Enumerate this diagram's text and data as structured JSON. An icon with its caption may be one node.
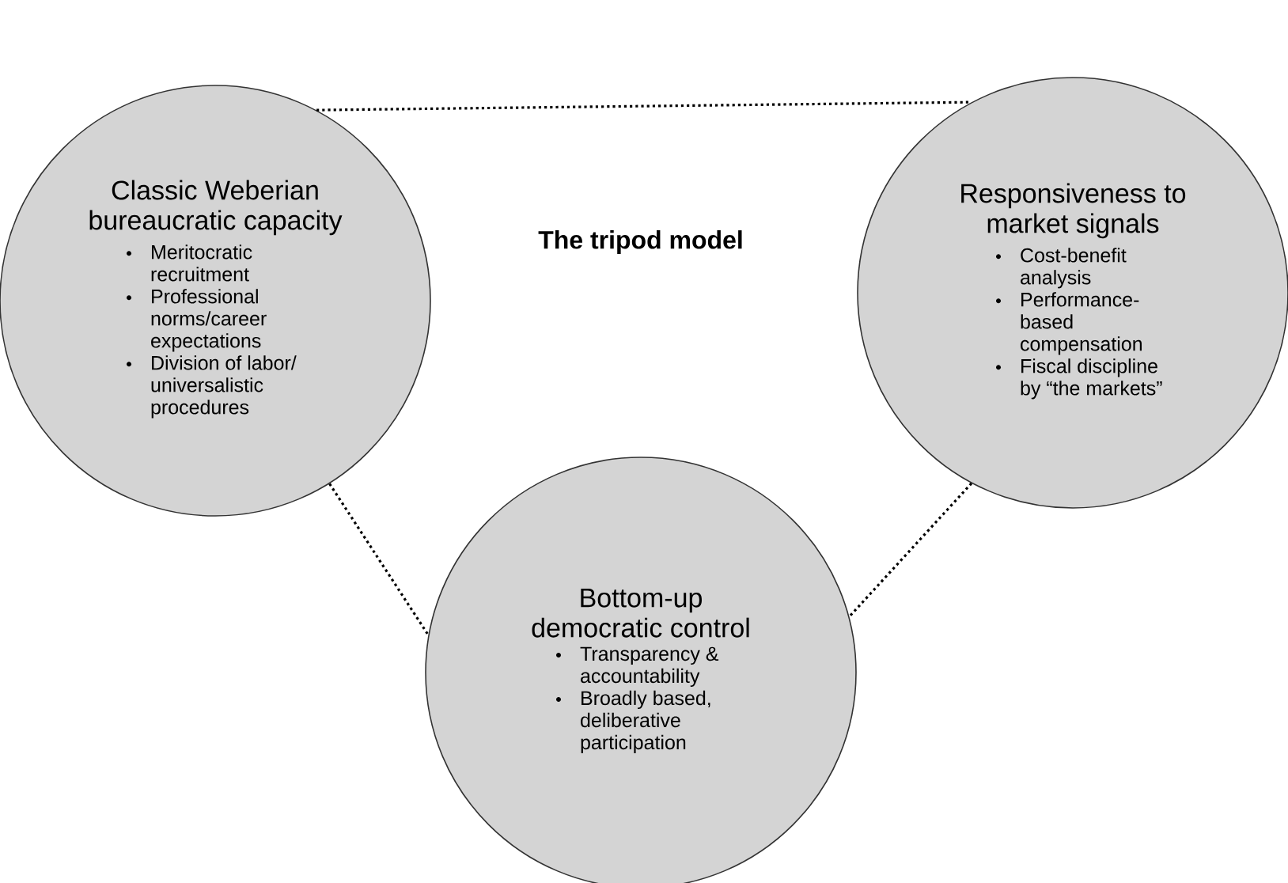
{
  "diagram": {
    "title": "The tripod model",
    "nodes": [
      {
        "text": [
          "Classic Weberian bureaucratic capacity",
          "Meritocratic recruitment",
          "Professional norms/career expectations",
          "Division of labor/ universalistic procedures"
        ]
      },
      {
        "text": [
          "Responsiveness to market signals",
          "Cost-benefit analysis",
          "Performance-based compensation",
          "Fiscal discipline by “the markets”"
        ]
      },
      {
        "text": [
          "Bottom-up democratic control",
          "Transparency & accountability",
          "Broadly based, deliberative participation"
        ]
      }
    ],
    "edges": [
      {
        "from": 0,
        "to": 1,
        "arrow": "none"
      },
      {
        "from": 0,
        "to": 2,
        "arrow": "none"
      },
      {
        "from": 1,
        "to": 2,
        "arrow": "none"
      }
    ]
  }
}
